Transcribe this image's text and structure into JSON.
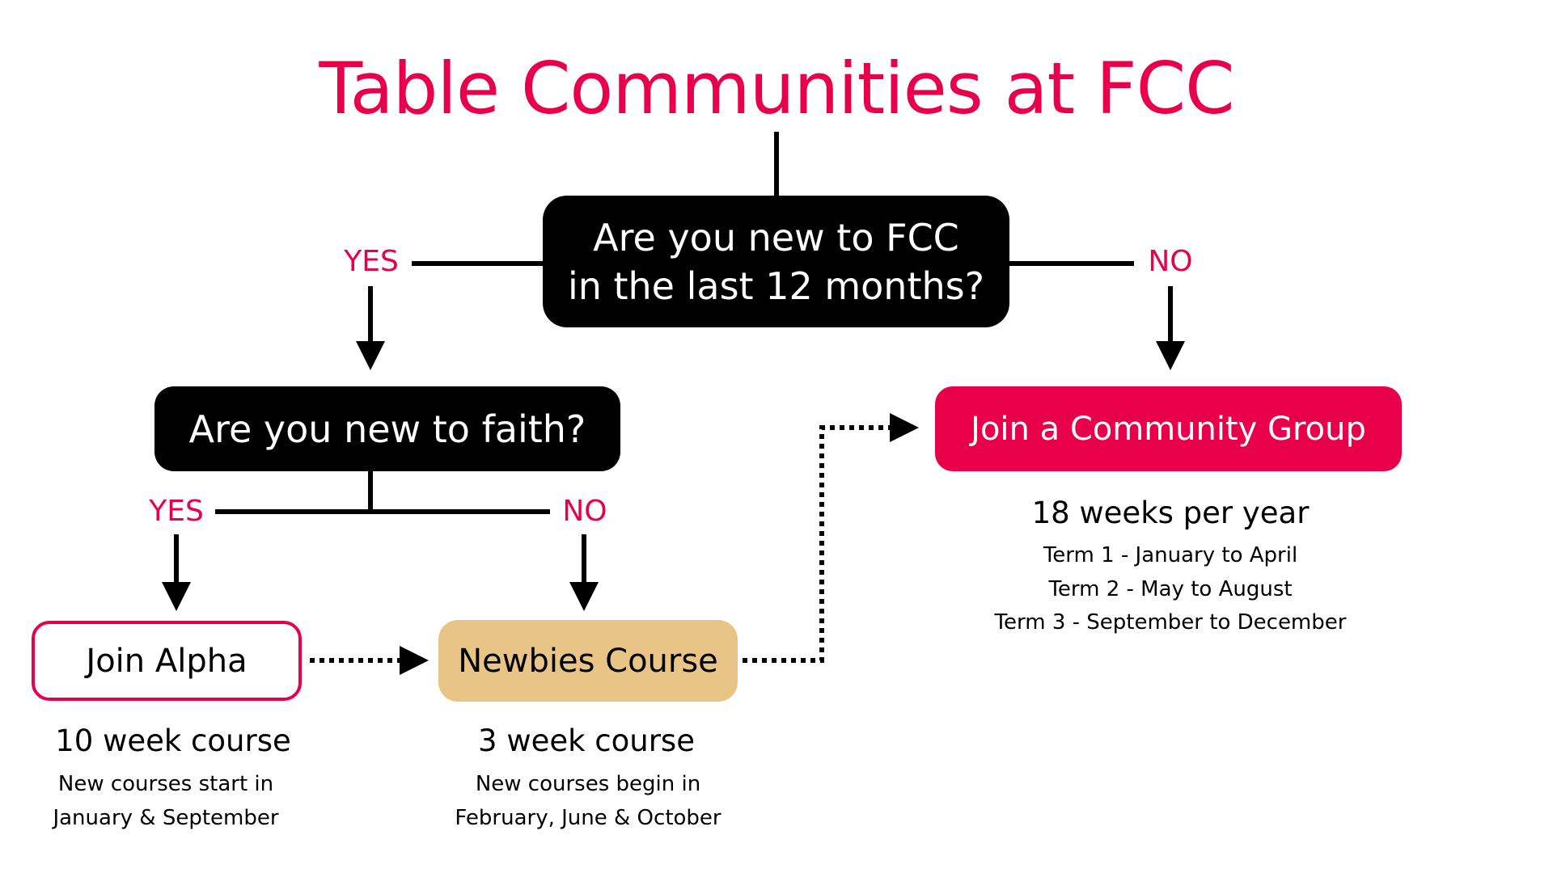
{
  "title": "Table Communities at FCC",
  "colors": {
    "accent": "#e8004a",
    "newbies_fill": "#e8c586",
    "dark": "#000000"
  },
  "question1": {
    "line1": "Are you new to FCC",
    "line2": "in the last 12 months?",
    "yes": "YES",
    "no": "NO"
  },
  "question2": {
    "text": "Are you new to faith?",
    "yes": "YES",
    "no": "NO"
  },
  "alpha": {
    "label": "Join Alpha",
    "heading": "10 week course",
    "line1": "New courses start in",
    "line2": "January & September"
  },
  "newbies": {
    "label": "Newbies Course",
    "heading": "3 week course",
    "line1": "New courses begin in",
    "line2": "February, June & October"
  },
  "community": {
    "label": "Join a Community Group",
    "heading": "18 weeks per year",
    "terms": [
      "Term 1 - January to April",
      "Term 2 - May to August",
      "Term 3 - September to December"
    ]
  }
}
